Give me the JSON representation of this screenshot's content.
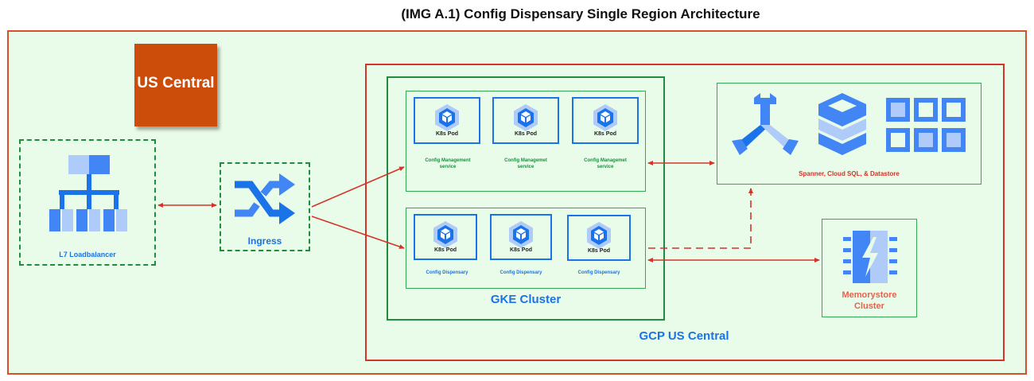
{
  "diagram": {
    "title": "(IMG A.1)  Config Dispensary Single Region Architecture",
    "region_tag": "US Central",
    "gcp_region_label": "GCP US Central",
    "load_balancer": {
      "label": "L7 Loadbalancer"
    },
    "ingress": {
      "label": "Ingress"
    },
    "gke": {
      "label": "GKE Cluster",
      "top_pods": [
        {
          "label": "K8s Pod",
          "service": "Config Management service"
        },
        {
          "label": "K8s Pod",
          "service": "Config Managemet service"
        },
        {
          "label": "K8s Pod",
          "service": "Config Managemet service"
        }
      ],
      "bottom_pods": [
        {
          "label": "K8s Pod",
          "service": "Config Dispensary"
        },
        {
          "label": "K8s Pod",
          "service": "Config Dispensary"
        },
        {
          "label": "K8s Pod",
          "service": "Config Dispensary"
        }
      ]
    },
    "datastore": {
      "label": "Spanner, Cloud SQL, & Datastore"
    },
    "memorystore": {
      "label_line1": "Memorystore",
      "label_line2": "Cluster"
    },
    "colors": {
      "accent_blue": "#1a73e8",
      "green_border": "#1e8e3e",
      "arrow_red": "#d6342a",
      "region_orange": "#cc4d0a",
      "background": "#e9fbe9"
    }
  }
}
